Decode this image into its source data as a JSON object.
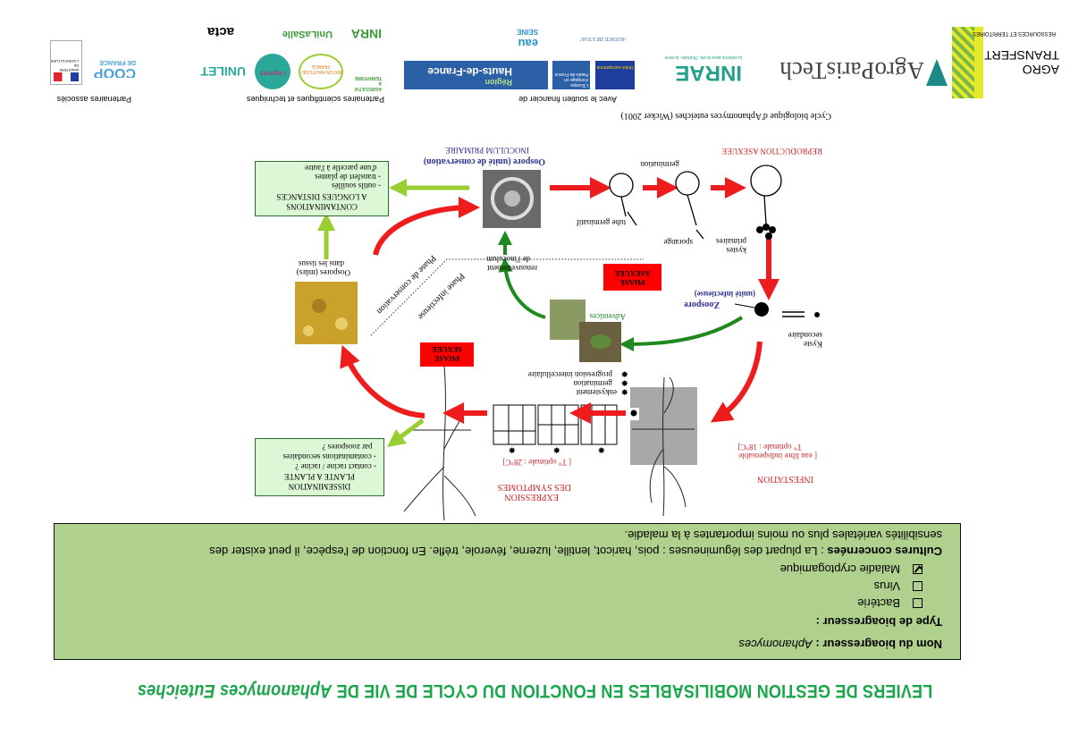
{
  "title": {
    "main": "LEVIERS DE GESTION MOBILISABLES EN FONCTION DU CYCLE DE VIE DE ",
    "species": "Aphanomyces Euteiches",
    "color": "#1aa64b"
  },
  "info": {
    "name_label": "Nom du bioagresseur :",
    "name_value": "Aphanomyces",
    "type_label": "Type de bioagresseur :",
    "types": [
      {
        "label": "Bactérie",
        "checked": false
      },
      {
        "label": "Virus",
        "checked": false
      },
      {
        "label": "Maladie cryptogamique",
        "checked": true
      }
    ],
    "cultures_label": "Cultures concernées",
    "cultures_text": " : La plupart des légumineuses : pois, haricot, lentille, luzerne, féverole, trèfle. En fonction de l'espèce, il peut exister des",
    "cultures_text2": "sensibilités variétales plus ou moins importantes à la maladie.",
    "background": "#b0d08e"
  },
  "diagram": {
    "infestation_title": "INFESTATION",
    "infestation_sub1": "[ eau libre indispensable",
    "infestation_sub2": "T° optimale : 18°C]",
    "expression_title1": "EXPRESSION",
    "expression_title2": "DES SYMPTOMES",
    "expression_sub": "[ T° optimale : 28°C]",
    "enkystement": "enkystement",
    "germination_cell": "germination",
    "progression": "progression intercellulaire",
    "phase_sexuee": [
      "PHASE",
      "SEXUEE"
    ],
    "phase_asexuee": [
      "PHASE",
      "ASEXUEE"
    ],
    "dissemination": [
      "DISSEMINATION",
      "PLANTE A PLANTE",
      "- contact racine / racine ?",
      "- contaminations secondaires",
      "  par zoospores ?"
    ],
    "contaminations": [
      "CONTAMINATIONS",
      "A LONGUES DISTANCES",
      "- outils souillés",
      "- transfert de plantes",
      "  d'une parcelle à l'autre"
    ],
    "oospores_label": [
      "Oospores (mûrs)",
      "dans les tissus"
    ],
    "oospore_title": "Oospore",
    "oospore_sub": " (unité de conservation)",
    "inoculum": "INOCULUM PRIMAIRE",
    "renouvellement": [
      "renouvellement",
      "de l'inoculum"
    ],
    "phase_conservation": "Phase de conservation",
    "phase_infectieuse": "Phase infectieuse",
    "reproduction": "REPRODUCTION ASEXUEE",
    "germination": "germination",
    "tube": "tube germinatif",
    "sporange": "sporange",
    "kystes": [
      "kystes",
      "primaires"
    ],
    "zoospore_title": "Zoospore",
    "zoospore_sub": "(unité infectieuse)",
    "kyste_secondaire": [
      "Kyste",
      "secondaire"
    ],
    "adventices": "Adventices"
  },
  "caption": "Cycle biologique d'Aphanomyces euteiches (Wicker 2001)",
  "funding": {
    "label": "Avec le soutien financier de"
  },
  "logos": {
    "agrotransfert": [
      "AGRO TRANSFERT",
      "RESSOURCES ET TERRITOIRES"
    ],
    "agroparistech": "AgroParisTech",
    "inrae": [
      "INRAE",
      "la science pour la vie, l'humain, la terre"
    ],
    "eu": "Union européenne",
    "nuage": "L'Europe s'engage en Hauts-de-France",
    "region": [
      "Région",
      "Hauts-de-France"
    ],
    "agence_eau": "AGENCE DE L'EAU",
    "seine": [
      "eau",
      "SEINE"
    ],
    "inra": "INRA",
    "unilasalle": "UniLaSalle",
    "acta": "acta",
    "agricultures": "AGRICULTURES & TERRITOIRES",
    "bio": "BIO EN HAUTS-DE-FRANCE",
    "legumes": "Légumes",
    "unilet": "UNILET",
    "coop": [
      "COOP",
      "DE FRANCE"
    ],
    "ministere": "MINISTÈRE DE L'AGRICULTURE"
  },
  "partners": {
    "scientific": "Partenaires scientifiques et techniques",
    "associated": "Partenaires associés"
  }
}
